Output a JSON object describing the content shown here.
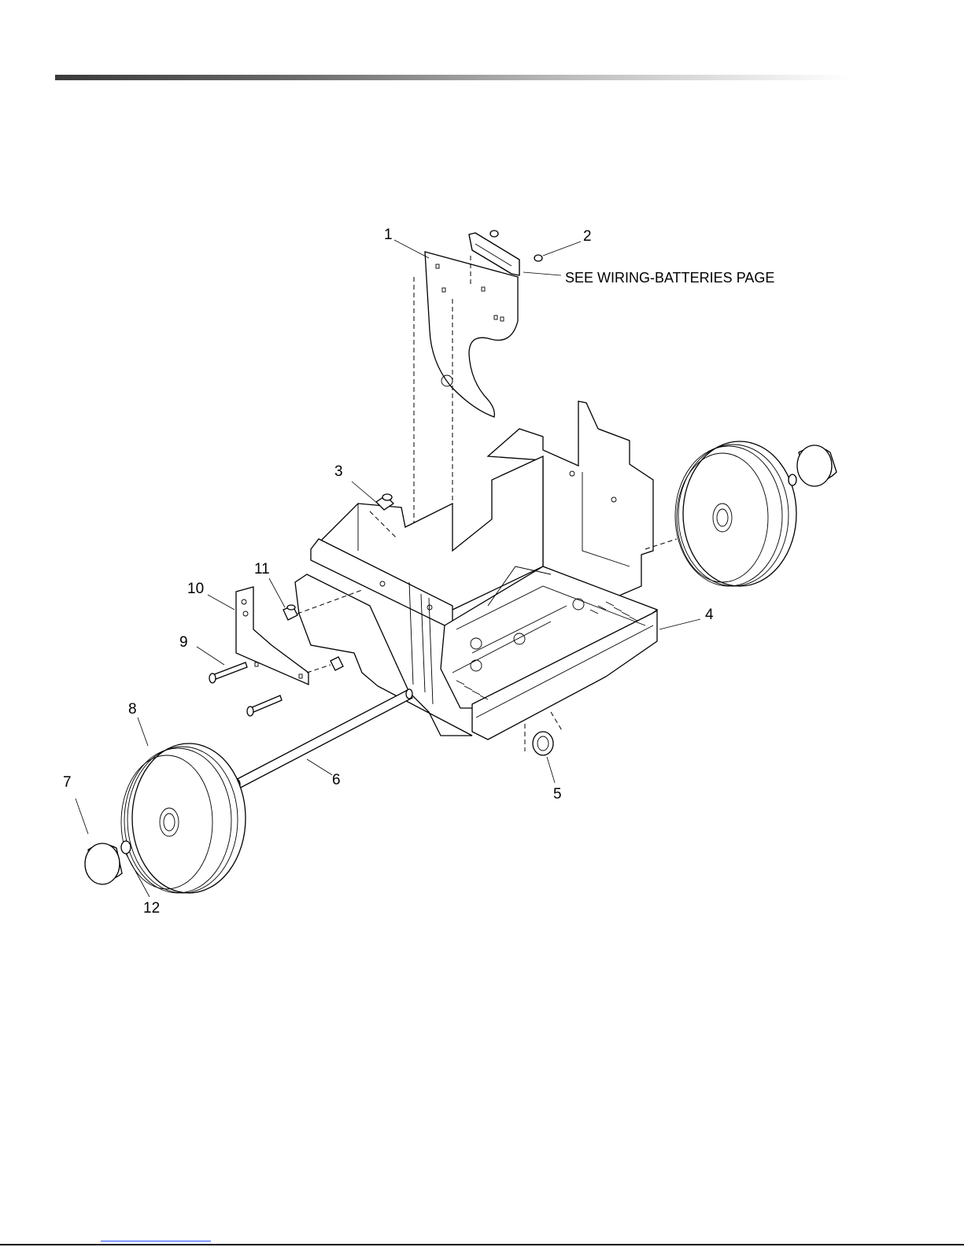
{
  "callouts": {
    "c1": "1",
    "c2": "2",
    "c3": "3",
    "c4": "4",
    "c5": "5",
    "c6": "6",
    "c7": "7",
    "c8": "8",
    "c9": "9",
    "c10": "10",
    "c11": "11",
    "c12": "12"
  },
  "note": "SEE WIRING-BATTERIES PAGE"
}
